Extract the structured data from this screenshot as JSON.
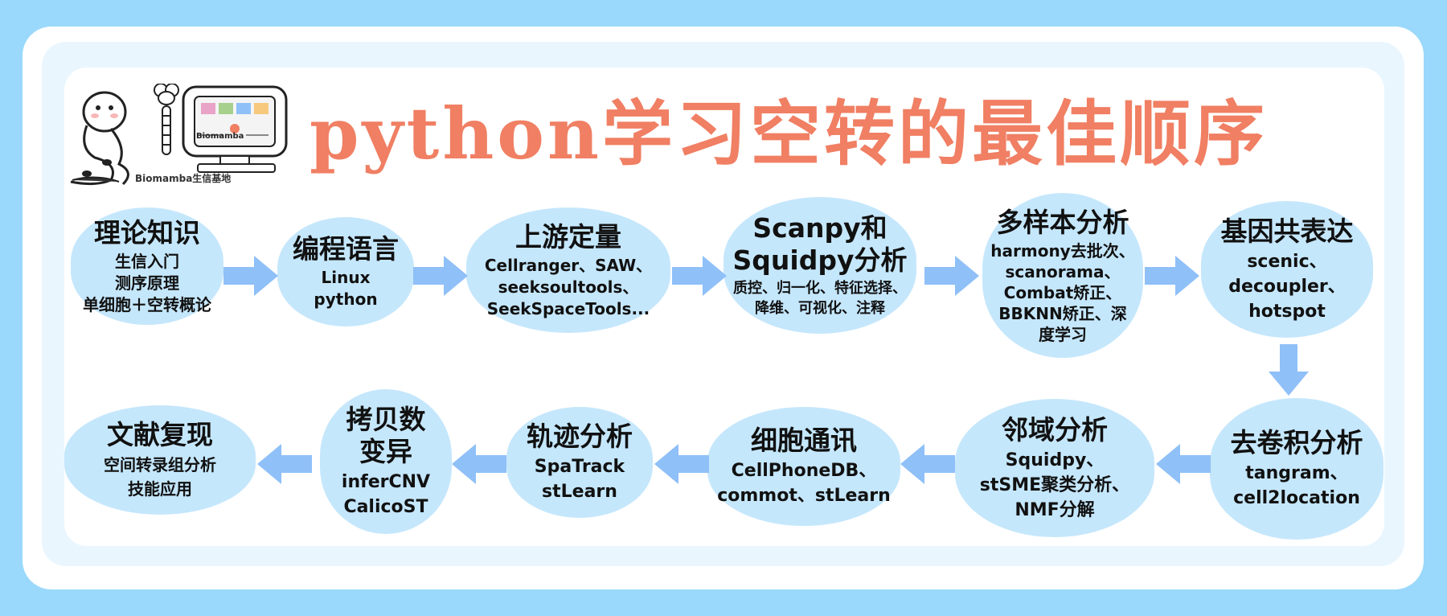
{
  "title": "python学习空转的最佳顺序",
  "logo": {
    "caption": "Biomamba生信基地",
    "screen_label": "Biomamba"
  },
  "nodes": [
    {
      "id": "theory",
      "title": [
        "理论知识"
      ],
      "lines": [
        "生信入门",
        "测序原理",
        "单细胞＋空转概论"
      ]
    },
    {
      "id": "lang",
      "title": [
        "编程语言"
      ],
      "lines": [
        "Linux",
        "python"
      ]
    },
    {
      "id": "upstream",
      "title": [
        "上游定量"
      ],
      "lines": [
        "Cellranger、SAW、",
        "seeksoultools、",
        "SeekSpaceTools..."
      ]
    },
    {
      "id": "scanpy",
      "title": [
        "Scanpy和",
        "Squidpy分析"
      ],
      "lines": [
        "质控、归一化、特征选择、",
        "降维、可视化、注释"
      ]
    },
    {
      "id": "multi",
      "title": [
        "多样本分析"
      ],
      "lines": [
        "harmony去批次、",
        "scanorama、",
        "Combat矫正、",
        "BBKNN矫正、深",
        "度学习"
      ]
    },
    {
      "id": "gene",
      "title": [
        "基因共表达"
      ],
      "lines": [
        "scenic、",
        "decoupler、",
        "hotspot"
      ]
    },
    {
      "id": "deconv",
      "title": [
        "去卷积分析"
      ],
      "lines": [
        "tangram、",
        "cell2location"
      ]
    },
    {
      "id": "neigh",
      "title": [
        "邻域分析"
      ],
      "lines": [
        "Squidpy、",
        "stSME聚类分析、",
        "NMF分解"
      ]
    },
    {
      "id": "comm",
      "title": [
        "细胞通讯"
      ],
      "lines": [
        "CellPhoneDB、",
        "commot、stLearn"
      ]
    },
    {
      "id": "traj",
      "title": [
        "轨迹分析"
      ],
      "lines": [
        "SpaTrack",
        "stLearn"
      ]
    },
    {
      "id": "cnv",
      "title": [
        "拷贝数",
        "变异"
      ],
      "lines": [
        "inferCNV",
        "CalicoST"
      ]
    },
    {
      "id": "repro",
      "title": [
        "文献复现"
      ],
      "lines": [
        "空间转录组分析",
        "技能应用"
      ]
    }
  ],
  "colors": {
    "background": "#9ad9fb",
    "node": "#c5e7fc",
    "arrow": "#8fc0f8",
    "title": "#f07f63"
  },
  "icons": [
    "snake-mascot-icon",
    "mouse-mascot-icon",
    "computer-monitor-icon",
    "arrow-right-icon",
    "arrow-left-icon",
    "arrow-down-icon"
  ]
}
